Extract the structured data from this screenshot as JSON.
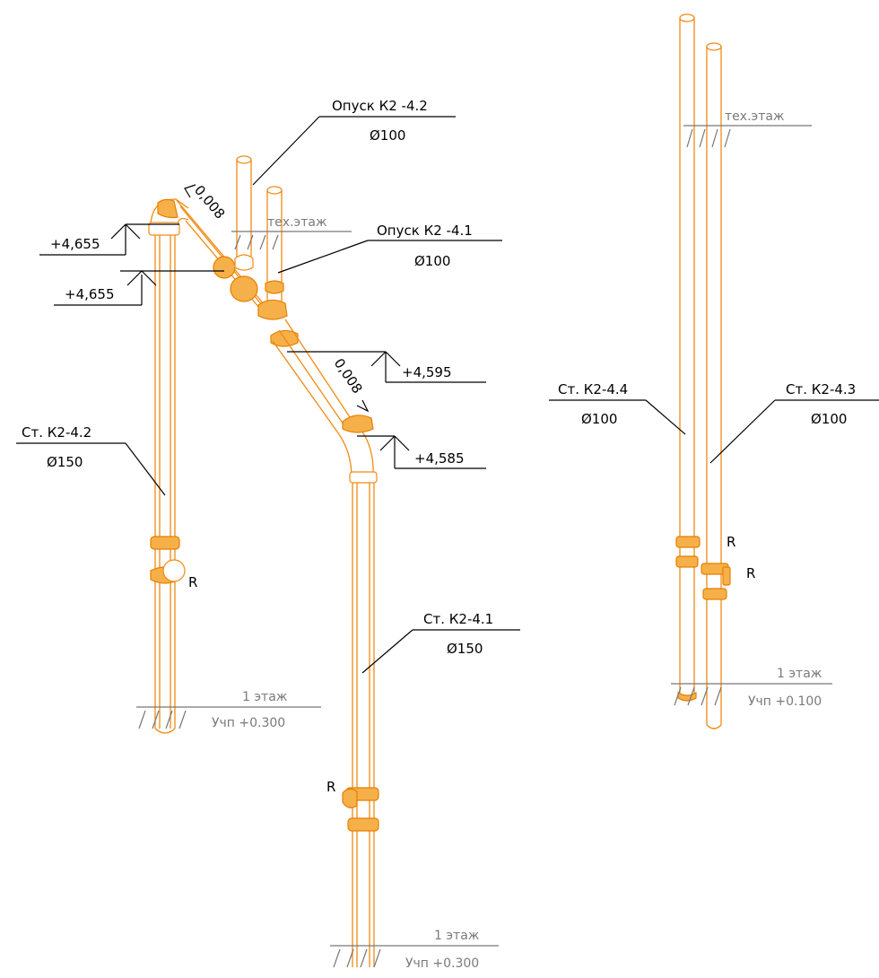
{
  "colors": {
    "pipe": "#f28a12",
    "fitting": "#f6b04a",
    "leader": "#000000",
    "level": "#777777"
  },
  "risers": {
    "k2_4_1": {
      "label": "Ст. К2-4.1",
      "dia": "Ø150"
    },
    "k2_4_2": {
      "label": "Ст. К2-4.2",
      "dia": "Ø150"
    },
    "k2_4_3": {
      "label": "Ст. К2-4.3",
      "dia": "Ø100"
    },
    "k2_4_4": {
      "label": "Ст. К2-4.4",
      "dia": "Ø100"
    }
  },
  "drops": {
    "k2_4_1": {
      "label": "Опуск К2 -4.1",
      "dia": "Ø100"
    },
    "k2_4_2": {
      "label": "Опуск К2 -4.2",
      "dia": "Ø100"
    }
  },
  "elevations": {
    "e1": "+4,655",
    "e2": "+4,655",
    "e3": "+4,595",
    "e4": "+4,585"
  },
  "slopes": {
    "upper": "0,008",
    "lower": "0,008"
  },
  "revisions": {
    "r1": "R",
    "r2": "R",
    "r3": "R",
    "r4": "R"
  },
  "levels": {
    "tech_floor_left": "тех.этаж",
    "tech_floor_right": "тех.этаж",
    "floor1_left": {
      "name": "1 этаж",
      "mark": "Учп +0.300"
    },
    "floor1_middle": {
      "name": "1 этаж",
      "mark": "Учп +0.300"
    },
    "floor1_right": {
      "name": "1 этаж",
      "mark": "Учп +0.100"
    }
  }
}
